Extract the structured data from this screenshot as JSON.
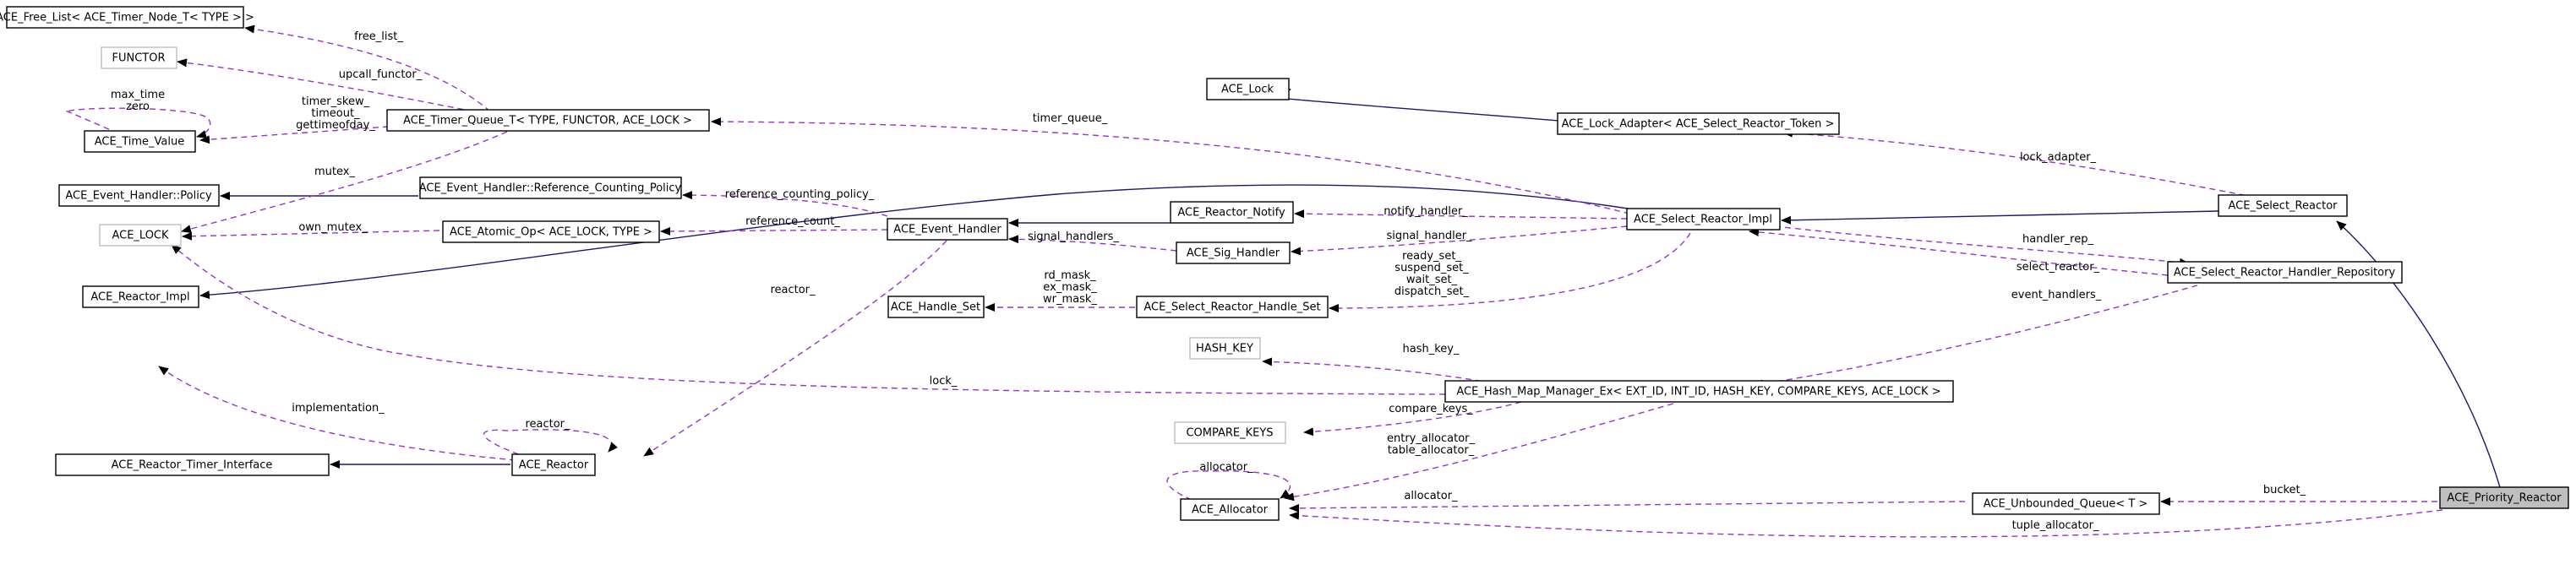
{
  "classes": {
    "free_list": "ACE_Free_List< ACE_Timer_Node_T< TYPE > >",
    "functor": "FUNCTOR",
    "time_value": "ACE_Time_Value",
    "timer_queue": "ACE_Timer_Queue_T< TYPE, FUNCTOR, ACE_LOCK >",
    "handler_policy": "ACE_Event_Handler::Policy",
    "ace_lock_param": "ACE_LOCK",
    "reactor_impl": "ACE_Reactor_Impl",
    "reactor_timer_interface": "ACE_Reactor_Timer_Interface",
    "ref_counting_policy": "ACE_Event_Handler::Reference_Counting_Policy",
    "atomic_op": "ACE_Atomic_Op< ACE_LOCK, TYPE >",
    "event_handler": "ACE_Event_Handler",
    "handle_set": "ACE_Handle_Set",
    "reactor": "ACE_Reactor",
    "ace_lock": "ACE_Lock",
    "lock_adapter": "ACE_Lock_Adapter< ACE_Select_Reactor_Token >",
    "reactor_notify": "ACE_Reactor_Notify",
    "sig_handler": "ACE_Sig_Handler",
    "select_handle_set": "ACE_Select_Reactor_Handle_Set",
    "select_reactor_impl": "ACE_Select_Reactor_Impl",
    "select_reactor": "ACE_Select_Reactor",
    "handler_repository": "ACE_Select_Reactor_Handler_Repository",
    "hash_key": "HASH_KEY",
    "hash_map_manager": "ACE_Hash_Map_Manager_Ex< EXT_ID, INT_ID, HASH_KEY, COMPARE_KEYS, ACE_LOCK >",
    "compare_keys": "COMPARE_KEYS",
    "allocator": "ACE_Allocator",
    "unbounded_queue": "ACE_Unbounded_Queue< T >",
    "priority_reactor": "ACE_Priority_Reactor"
  },
  "edge_labels": {
    "free_list": "free_list_",
    "upcall_functor": "upcall_functor_",
    "max_time_zero": [
      "max_time",
      "zero"
    ],
    "timer_skew": [
      "timer_skew_",
      "timeout_",
      "gettimeofday_"
    ],
    "mutex": "mutex_",
    "own_mutex": "own_mutex_",
    "reference_count": "reference_count_",
    "reference_counting_policy": "reference_counting_policy_",
    "timer_queue": "timer_queue_",
    "lock_adapter": "lock_adapter_",
    "notify_handler": "notify_handler_",
    "signal_handler": "signal_handler_",
    "signal_handlers": "signal_handlers_",
    "masks": [
      "rd_mask_",
      "ex_mask_",
      "wr_mask_"
    ],
    "sets": [
      "ready_set_",
      "suspend_set_",
      "wait_set_",
      "dispatch_set_"
    ],
    "handler_rep": "handler_rep_",
    "select_reactor": "select_reactor_",
    "event_handlers": "event_handlers_",
    "hash_key": "hash_key_",
    "lock": "lock_",
    "reactor": "reactor_",
    "reactor_self": "reactor_",
    "implementation": "implementation_",
    "compare_keys": "compare_keys_",
    "allocators": [
      "entry_allocator_",
      "table_allocator_"
    ],
    "allocator_self": "allocator_",
    "allocator": "allocator_",
    "bucket": "bucket_",
    "tuple_allocator": "tuple_allocator_"
  }
}
